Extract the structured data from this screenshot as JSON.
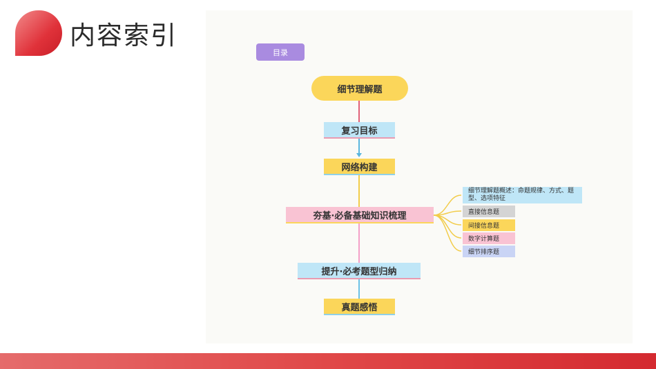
{
  "page": {
    "title": "内容索引"
  },
  "diagram": {
    "badge": "目录",
    "root": "细节理解题",
    "main_steps": [
      "复习目标",
      "网络构建",
      "夯基·必备基础知识梳理",
      "提升·必考题型归纳",
      "真题感悟"
    ],
    "sub_items": [
      "细节理解题概述：命题规律、方式、题型、选项特征",
      "直接信息题",
      "间接信息题",
      "数字计算题",
      "细节排序题"
    ]
  }
}
